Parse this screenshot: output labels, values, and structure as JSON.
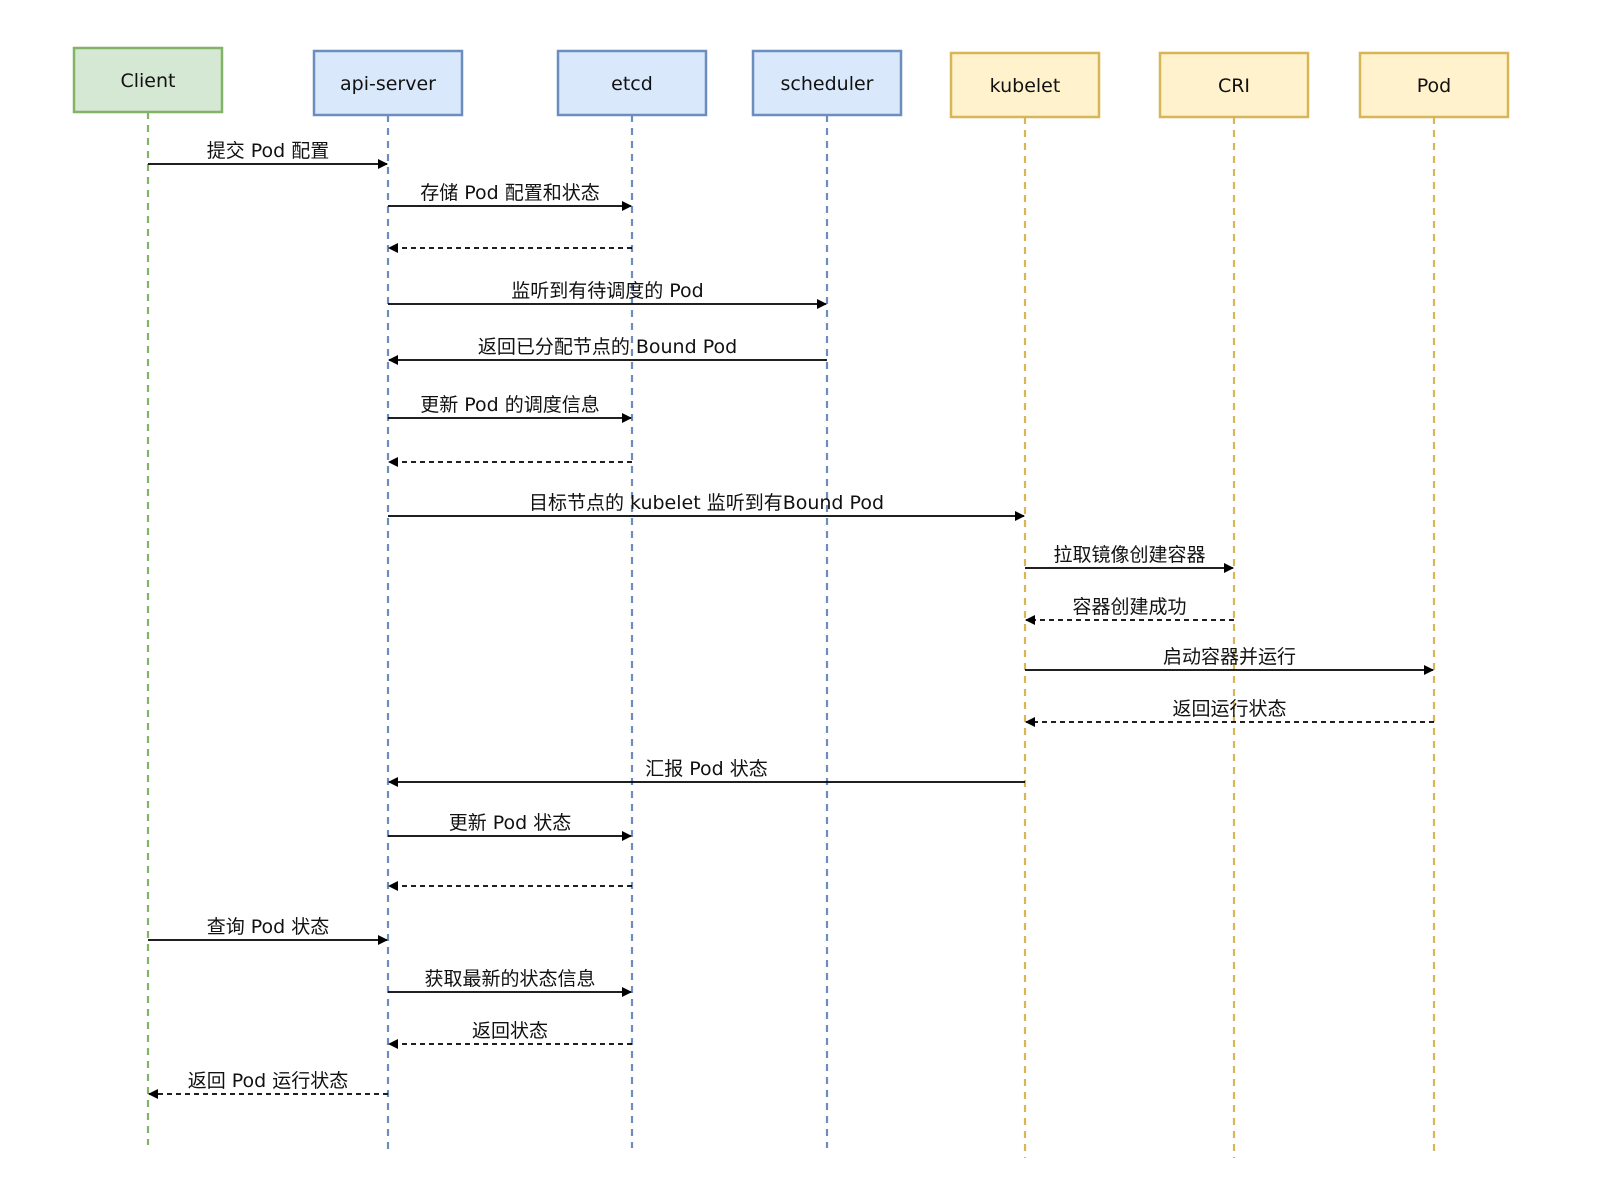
{
  "diagram": {
    "type": "sequence",
    "colors": {
      "green_fill": "#d5e8d4",
      "green_stroke": "#82b366",
      "blue_fill": "#dae8fc",
      "blue_stroke": "#6c8ebf",
      "yellow_fill": "#fff2cc",
      "yellow_stroke": "#d6b656"
    },
    "actors": [
      {
        "id": "client",
        "label": "Client",
        "color": "green"
      },
      {
        "id": "api-server",
        "label": "api-server",
        "color": "blue"
      },
      {
        "id": "etcd",
        "label": "etcd",
        "color": "blue"
      },
      {
        "id": "scheduler",
        "label": "scheduler",
        "color": "blue"
      },
      {
        "id": "kubelet",
        "label": "kubelet",
        "color": "yellow"
      },
      {
        "id": "cri",
        "label": "CRI",
        "color": "yellow"
      },
      {
        "id": "pod",
        "label": "Pod",
        "color": "yellow"
      }
    ],
    "messages": [
      {
        "from": "client",
        "to": "api-server",
        "label": "提交 Pod 配置",
        "style": "solid"
      },
      {
        "from": "api-server",
        "to": "etcd",
        "label": "存储 Pod 配置和状态",
        "style": "solid"
      },
      {
        "from": "etcd",
        "to": "api-server",
        "label": "",
        "style": "dashed"
      },
      {
        "from": "api-server",
        "to": "scheduler",
        "label": "监听到有待调度的 Pod",
        "style": "solid"
      },
      {
        "from": "scheduler",
        "to": "api-server",
        "label": "返回已分配节点的 Bound Pod",
        "style": "solid"
      },
      {
        "from": "api-server",
        "to": "etcd",
        "label": "更新 Pod 的调度信息",
        "style": "solid"
      },
      {
        "from": "etcd",
        "to": "api-server",
        "label": "",
        "style": "dashed"
      },
      {
        "from": "api-server",
        "to": "kubelet",
        "label": "目标节点的 kubelet 监听到有Bound Pod",
        "style": "solid"
      },
      {
        "from": "kubelet",
        "to": "cri",
        "label": "拉取镜像创建容器",
        "style": "solid"
      },
      {
        "from": "cri",
        "to": "kubelet",
        "label": "容器创建成功",
        "style": "dashed"
      },
      {
        "from": "kubelet",
        "to": "pod",
        "label": "启动容器并运行",
        "style": "solid"
      },
      {
        "from": "pod",
        "to": "kubelet",
        "label": "返回运行状态",
        "style": "dashed"
      },
      {
        "from": "kubelet",
        "to": "api-server",
        "label": "汇报 Pod 状态",
        "style": "solid"
      },
      {
        "from": "api-server",
        "to": "etcd",
        "label": "更新 Pod 状态",
        "style": "solid"
      },
      {
        "from": "etcd",
        "to": "api-server",
        "label": "",
        "style": "dashed"
      },
      {
        "from": "client",
        "to": "api-server",
        "label": "查询 Pod 状态",
        "style": "solid"
      },
      {
        "from": "api-server",
        "to": "etcd",
        "label": "获取最新的状态信息",
        "style": "solid"
      },
      {
        "from": "etcd",
        "to": "api-server",
        "label": "返回状态",
        "style": "dashed"
      },
      {
        "from": "api-server",
        "to": "client",
        "label": "返回 Pod 运行状态",
        "style": "dashed"
      }
    ]
  }
}
